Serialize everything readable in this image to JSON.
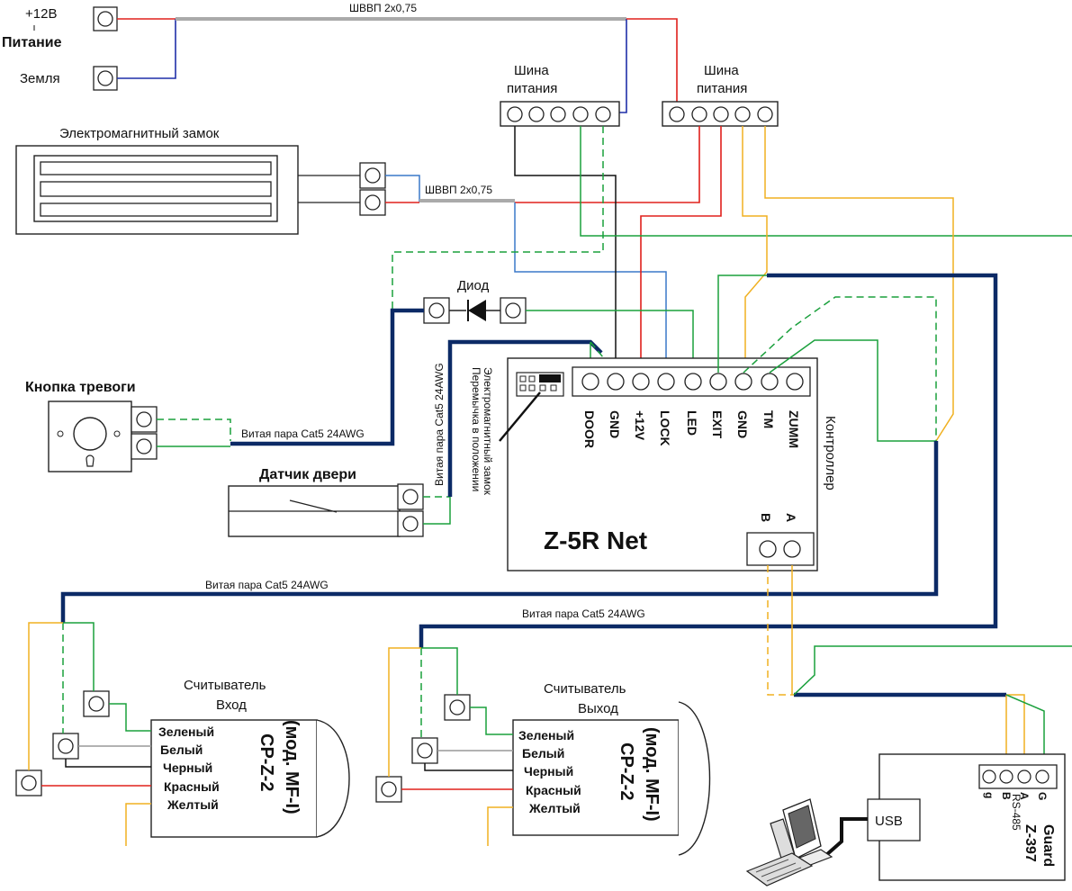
{
  "power": {
    "plus12v": "+12В",
    "power_label": "Питание",
    "ground": "Земля"
  },
  "cable_top": "ШВВП 2х0,75",
  "cable_mid": "ШВВП 2х0,75",
  "bus1": {
    "line1": "Шина",
    "line2": "питания"
  },
  "bus2": {
    "line1": "Шина",
    "line2": "питания"
  },
  "lock_label": "Электромагнитный замок",
  "diode_label": "Диод",
  "alarm_label": "Кнопка тревоги",
  "door_sensor_label": "Датчик двери",
  "twisted_pair": "Витая пара Cat5 24AWG",
  "jumper": {
    "line1": "Перемычка в положении",
    "line2": "Электромагнитный замок"
  },
  "controller": {
    "name": "Z-5R Net",
    "vertical_label": "Контроллер",
    "pins": [
      "DOOR",
      "GND",
      "+12V",
      "LOCK",
      "LED",
      "EXIT",
      "GND",
      "TM",
      "ZUMM"
    ],
    "rs_a": "A",
    "rs_b": "B"
  },
  "reader_in": {
    "title1": "Считыватель",
    "title2": "Вход",
    "model1": "CP-Z-2",
    "model2": "(мод. MF-I)",
    "wires": [
      "Зеленый",
      "Белый",
      "Черный",
      "Красный",
      "Желтый"
    ]
  },
  "reader_out": {
    "title1": "Считыватель",
    "title2": "Выход",
    "model1": "CP-Z-2",
    "model2": "(мод. MF-I)",
    "wires": [
      "Зеленый",
      "Белый",
      "Черный",
      "Красный",
      "Желтый"
    ]
  },
  "guard": {
    "name1": "Z-397",
    "name2": "Guard",
    "usb": "USB",
    "rs485": "RS-485",
    "pins": [
      "g",
      "B",
      "A",
      "G"
    ]
  },
  "colors": {
    "red": "#e0201c",
    "blue": "#1f2fa8",
    "green": "#1aa03c",
    "yellow": "#f0b020",
    "navy": "#0c2a66",
    "gray": "#999999"
  }
}
